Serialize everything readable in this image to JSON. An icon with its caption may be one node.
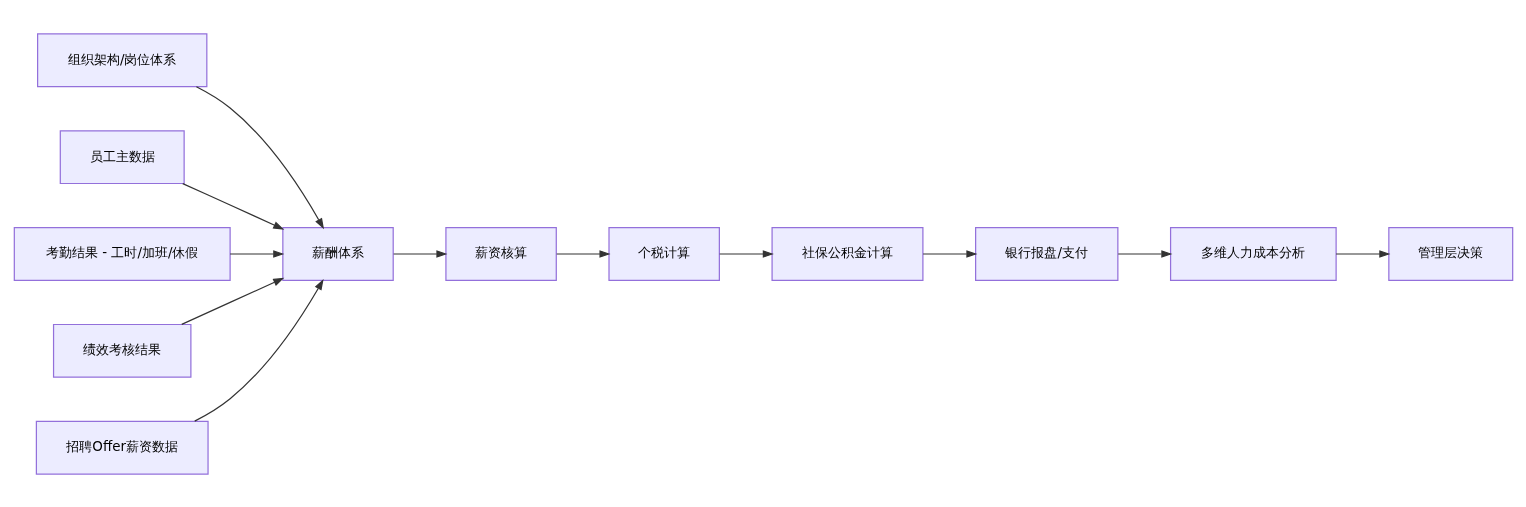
{
  "diagram": {
    "nodes": [
      {
        "text": [
          "组织架构/岗位体系"
        ]
      },
      {
        "text": [
          "员工主数据"
        ]
      },
      {
        "text": [
          "考勤结果 - 工时/加班/休假"
        ]
      },
      {
        "text": [
          "绩效考核结果"
        ]
      },
      {
        "text": [
          "招聘Offer薪资数据"
        ]
      },
      {
        "text": [
          "薪酬体系"
        ]
      },
      {
        "text": [
          "薪资核算"
        ]
      },
      {
        "text": [
          "个税计算"
        ]
      },
      {
        "text": [
          "社保公积金计算"
        ]
      },
      {
        "text": [
          "银行报盘/支付"
        ]
      },
      {
        "text": [
          "多维人力成本分析"
        ]
      },
      {
        "text": [
          "管理层决策"
        ]
      }
    ],
    "edges": [
      {
        "from": 0,
        "to": 5,
        "arrow": "to"
      },
      {
        "from": 1,
        "to": 5,
        "arrow": "to"
      },
      {
        "from": 2,
        "to": 5,
        "arrow": "to"
      },
      {
        "from": 3,
        "to": 5,
        "arrow": "to"
      },
      {
        "from": 4,
        "to": 5,
        "arrow": "to"
      },
      {
        "from": 5,
        "to": 6,
        "arrow": "to"
      },
      {
        "from": 6,
        "to": 7,
        "arrow": "to"
      },
      {
        "from": 7,
        "to": 8,
        "arrow": "to"
      },
      {
        "from": 8,
        "to": 9,
        "arrow": "to"
      },
      {
        "from": 9,
        "to": 10,
        "arrow": "to"
      },
      {
        "from": 10,
        "to": 11,
        "arrow": "to"
      }
    ]
  }
}
